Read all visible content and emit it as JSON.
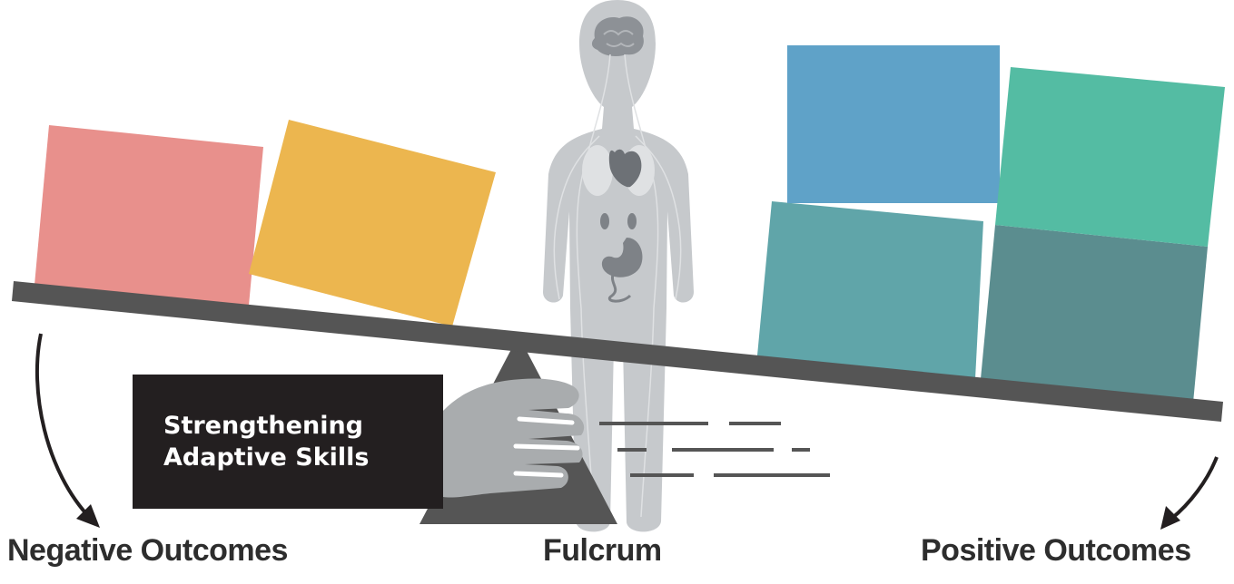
{
  "outcomes": {
    "negative_label": "Negative Outcomes",
    "fulcrum_label": "Fulcrum",
    "positive_label": "Positive Outcomes"
  },
  "hand": {
    "line1": "Strengthening",
    "line2": "Adaptive Skills"
  },
  "colors": {
    "negative_block_1": "#e8908c",
    "negative_block_2": "#ecb64f",
    "positive_block_blue": "#5fa2c8",
    "positive_block_green": "#54bca3",
    "positive_block_teal": "#60a5a9",
    "positive_block_dark_teal": "#5b8d8f",
    "plank": "#555555",
    "body": "#c6c9cc",
    "text_box": "#231f20"
  }
}
